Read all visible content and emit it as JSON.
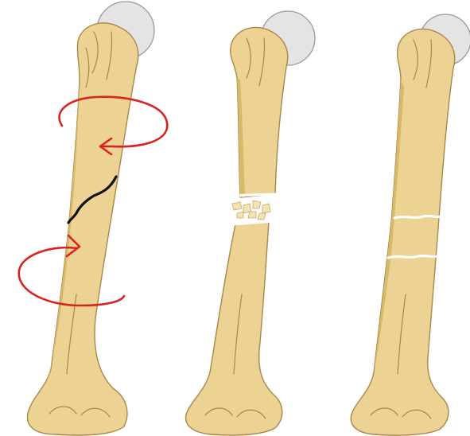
{
  "figure": {
    "panels": [
      {
        "name": "spiral-fracture-bone",
        "show_crack": true,
        "show_rotation_arrows": true,
        "arrow_color": "#d8231f",
        "crack_color": "#111111"
      },
      {
        "name": "comminuted-fracture-bone",
        "show_fragments": true
      },
      {
        "name": "segmental-fracture-bone",
        "show_double_break": true
      }
    ],
    "colors": {
      "bone": "#ecd293",
      "bone_outline": "#a8884a",
      "femoral_head": "#e4e4e4",
      "background": "#ffffff"
    }
  }
}
